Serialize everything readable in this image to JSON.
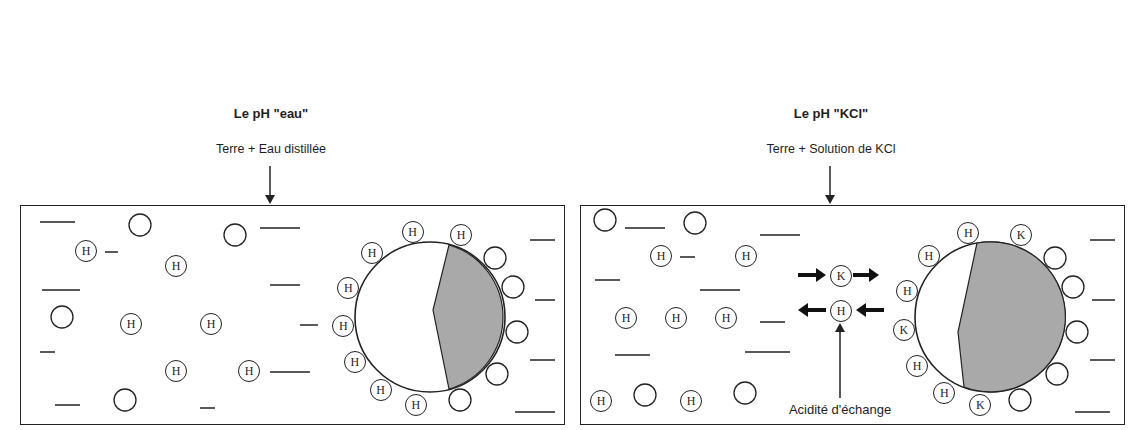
{
  "diagram": {
    "nodes": [
      {
        "text": [
          "Le pH \"eau\"",
          "Terre + Eau distillée"
        ]
      },
      {
        "text": [
          "H"
        ],
        "in": 0
      },
      {
        "text": [
          "H"
        ],
        "in": 0
      },
      {
        "text": [
          "H"
        ],
        "in": 0
      },
      {
        "text": [
          "H"
        ],
        "in": 0
      },
      {
        "text": [
          "H"
        ],
        "in": 0
      },
      {
        "text": [
          "H"
        ],
        "in": 0
      },
      {
        "text": [
          "H"
        ],
        "in": 0
      },
      {
        "text": [
          "H"
        ],
        "in": 0
      },
      {
        "text": [
          "H"
        ],
        "in": 0
      },
      {
        "text": [
          "H"
        ],
        "in": 0
      },
      {
        "text": [
          "H"
        ],
        "in": 0
      },
      {
        "text": [
          "H"
        ],
        "in": 0
      },
      {
        "text": [
          "H"
        ],
        "in": 0
      },
      {
        "text": [
          "H"
        ],
        "in": 0
      },
      {
        "text": [
          "Le pH \"KCl\"",
          "Terre + Solution de KCl"
        ]
      },
      {
        "text": [
          "H"
        ],
        "in": 15
      },
      {
        "text": [
          "H"
        ],
        "in": 15
      },
      {
        "text": [
          "H"
        ],
        "in": 15
      },
      {
        "text": [
          "H"
        ],
        "in": 15
      },
      {
        "text": [
          "H"
        ],
        "in": 15
      },
      {
        "text": [
          "H"
        ],
        "in": 15
      },
      {
        "text": [
          "H"
        ],
        "in": 15
      },
      {
        "text": [
          "K"
        ],
        "in": 15
      },
      {
        "text": [
          "H"
        ],
        "in": 15
      },
      {
        "text": [
          "H"
        ],
        "in": 15
      },
      {
        "text": [
          "K"
        ],
        "in": 15
      },
      {
        "text": [
          "H"
        ],
        "in": 15
      },
      {
        "text": [
          "H"
        ],
        "in": 15
      },
      {
        "text": [
          "K"
        ],
        "in": 15
      },
      {
        "text": [
          "H"
        ],
        "in": 15
      },
      {
        "text": [
          "H"
        ],
        "in": 15
      },
      {
        "text": [
          "K"
        ],
        "in": 15
      }
    ],
    "labels": [
      "Acidité d'échange"
    ]
  }
}
